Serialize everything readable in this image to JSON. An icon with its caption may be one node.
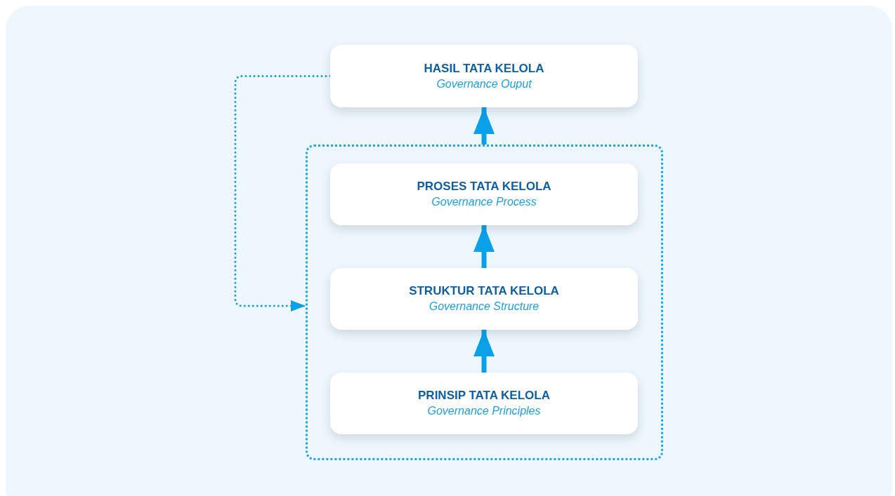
{
  "diagram": {
    "nodes": [
      {
        "text": [
          "HASIL TATA KELOLA",
          "Governance Ouput"
        ]
      },
      {
        "text": [],
        "shape": "box"
      },
      {
        "text": [
          "PROSES TATA KELOLA",
          "Governance Process"
        ],
        "in": 1
      },
      {
        "text": [
          "STRUKTUR TATA KELOLA",
          "Governance Structure"
        ],
        "in": 1
      },
      {
        "text": [
          "PRINSIP TATA KELOLA",
          "Governance Principles"
        ],
        "in": 1
      }
    ],
    "edges": [
      {
        "from": 4,
        "to": 3,
        "arrow": "to"
      },
      {
        "from": 3,
        "to": 2,
        "arrow": "to"
      },
      {
        "from": 1,
        "to": 0,
        "arrow": "to"
      },
      {
        "from": 0,
        "to": 1,
        "arrow": "to",
        "style": "dashed"
      }
    ]
  }
}
